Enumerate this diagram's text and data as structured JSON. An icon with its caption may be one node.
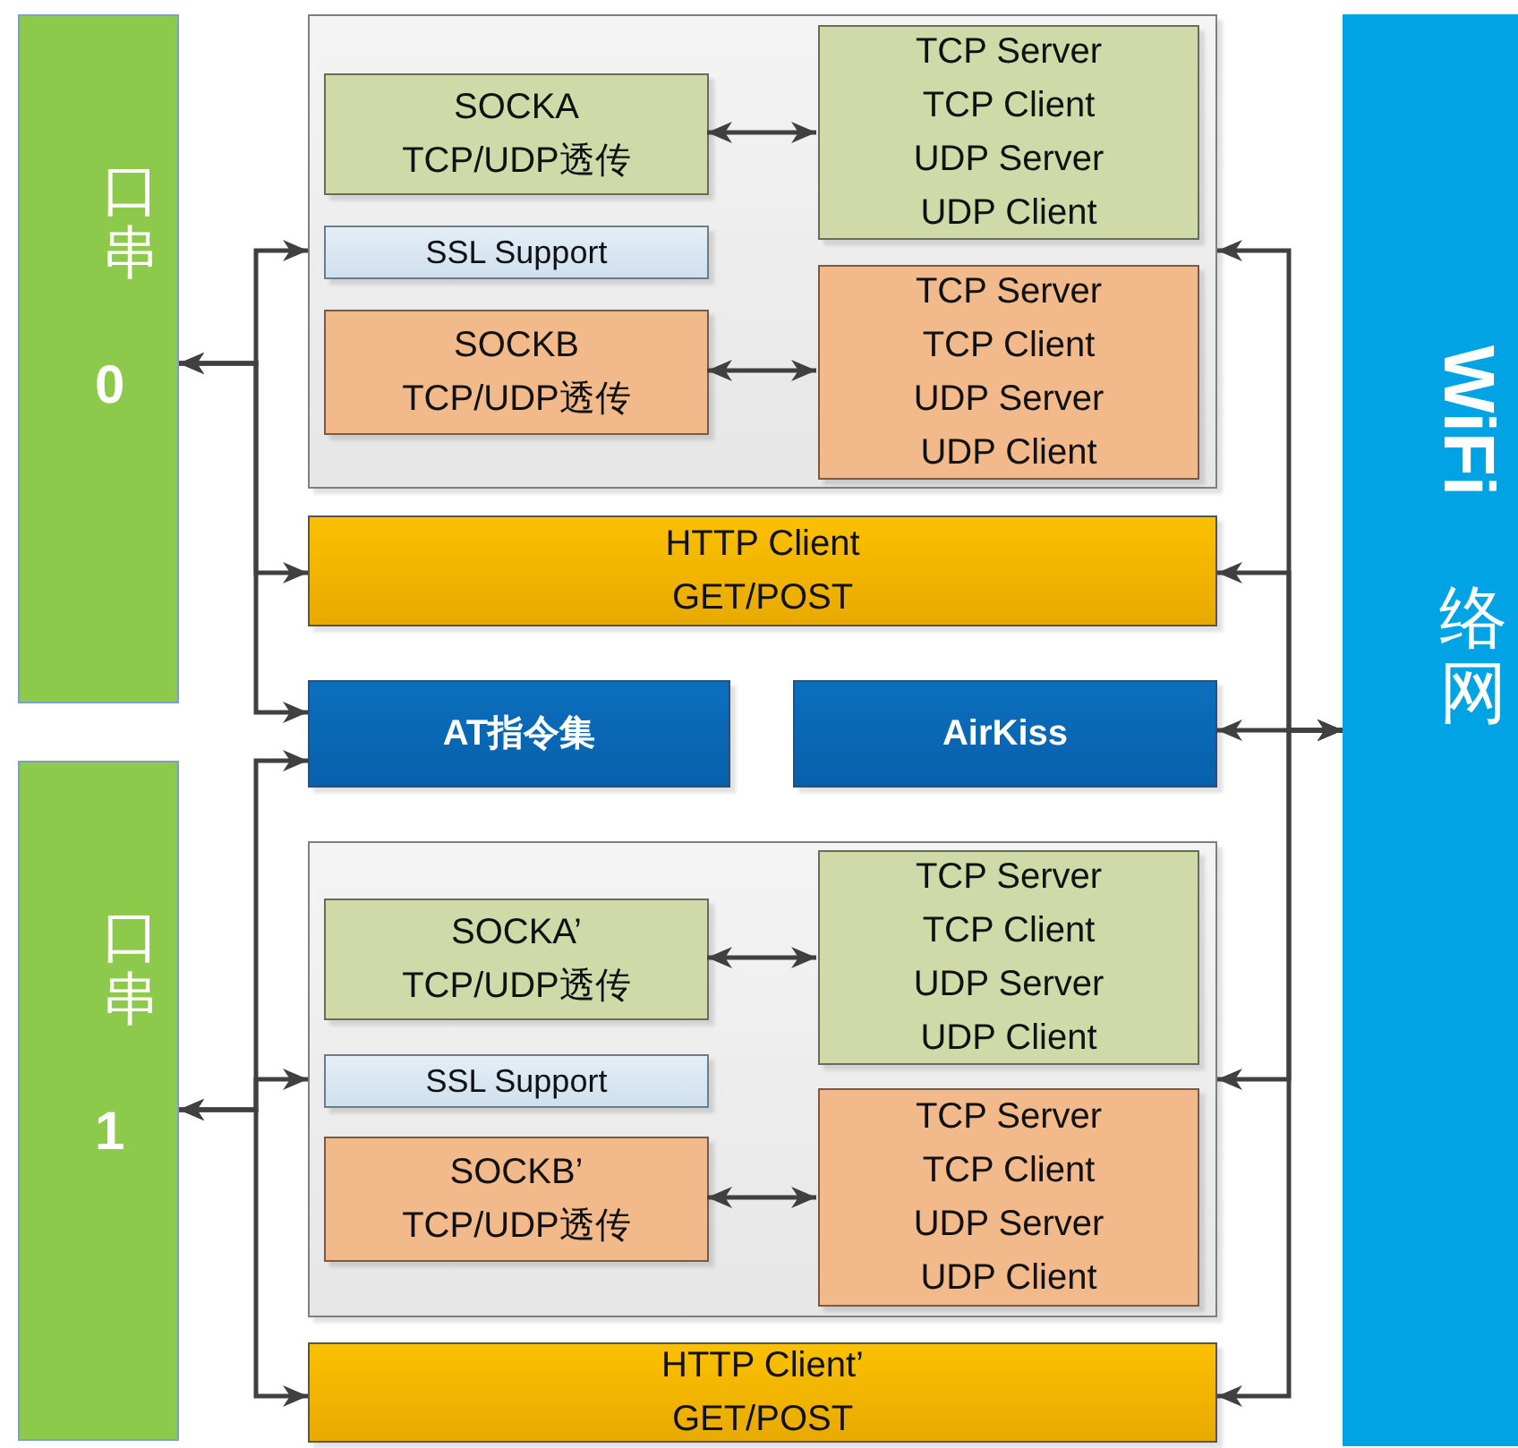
{
  "diagram": {
    "nodes": [
      {
        "text": [
          "口串",
          "0"
        ]
      },
      {
        "text": [
          "口串",
          "1"
        ]
      },
      {
        "text": [
          "WiFi",
          "络网"
        ]
      },
      {
        "text": [],
        "shape": "box"
      },
      {
        "text": [
          "SOCKA",
          "TCP/UDP透传"
        ],
        "in": 3
      },
      {
        "text": [
          "TCP Server",
          "TCP Client",
          "UDP Server",
          "UDP Client"
        ],
        "in": 3
      },
      {
        "text": [
          "SSL Support"
        ],
        "in": 3
      },
      {
        "text": [
          "SOCKB",
          "TCP/UDP透传"
        ],
        "in": 3
      },
      {
        "text": [
          "TCP Server",
          "TCP Client",
          "UDP Server",
          "UDP Client"
        ],
        "in": 3
      },
      {
        "text": [
          "HTTP Client",
          "GET/POST"
        ]
      },
      {
        "text": [
          "AT指令集"
        ]
      },
      {
        "text": [
          "AirKiss"
        ]
      },
      {
        "text": [],
        "shape": "box"
      },
      {
        "text": [
          "SOCKA’",
          "TCP/UDP透传"
        ],
        "in": 12
      },
      {
        "text": [
          "TCP Server",
          "TCP Client",
          "UDP Server",
          "UDP Client"
        ],
        "in": 12
      },
      {
        "text": [
          "SSL Support"
        ],
        "in": 12
      },
      {
        "text": [
          "SOCKB’",
          "TCP/UDP透传"
        ],
        "in": 12
      },
      {
        "text": [
          "TCP Server",
          "TCP Client",
          "UDP Server",
          "UDP Client"
        ],
        "in": 12
      },
      {
        "text": [
          "HTTP Client’",
          "GET/POST"
        ]
      }
    ],
    "edges": [
      {
        "from": 0,
        "to": 3,
        "arrow": "both"
      },
      {
        "from": 0,
        "to": 9,
        "arrow": "both"
      },
      {
        "from": 0,
        "to": 10,
        "arrow": "both"
      },
      {
        "from": 1,
        "to": 10,
        "arrow": "both"
      },
      {
        "from": 1,
        "to": 12,
        "arrow": "both"
      },
      {
        "from": 1,
        "to": 18,
        "arrow": "both"
      },
      {
        "from": 2,
        "to": 3,
        "arrow": "both"
      },
      {
        "from": 2,
        "to": 9,
        "arrow": "both"
      },
      {
        "from": 2,
        "to": 11,
        "arrow": "both"
      },
      {
        "from": 2,
        "to": 12,
        "arrow": "both"
      },
      {
        "from": 2,
        "to": 18,
        "arrow": "both"
      },
      {
        "from": 4,
        "to": 5,
        "arrow": "both"
      },
      {
        "from": 7,
        "to": 8,
        "arrow": "both"
      },
      {
        "from": 13,
        "to": 14,
        "arrow": "both"
      },
      {
        "from": 16,
        "to": 17,
        "arrow": "both"
      }
    ]
  }
}
